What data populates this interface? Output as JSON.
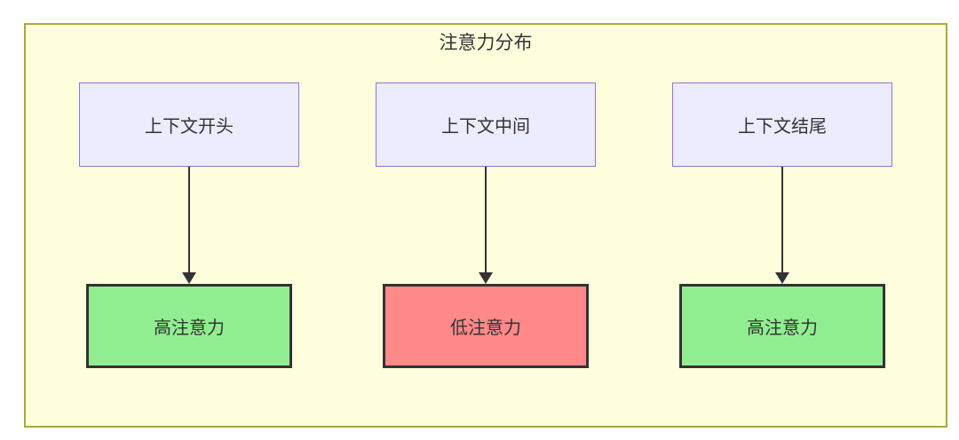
{
  "diagram": {
    "title": "注意力分布",
    "columns": [
      {
        "source": "上下文开头",
        "target": "高注意力",
        "level": "high"
      },
      {
        "source": "上下文中间",
        "target": "低注意力",
        "level": "low"
      },
      {
        "source": "上下文结尾",
        "target": "高注意力",
        "level": "high"
      }
    ],
    "colors": {
      "container_fill": "#ffffde",
      "container_border": "#aaaa33",
      "node_fill": "#ececff",
      "node_border": "#9370db",
      "high_fill": "#90ee90",
      "low_fill": "#ff8888",
      "result_border": "#333333",
      "arrow": "#333333",
      "text": "#333333"
    }
  }
}
